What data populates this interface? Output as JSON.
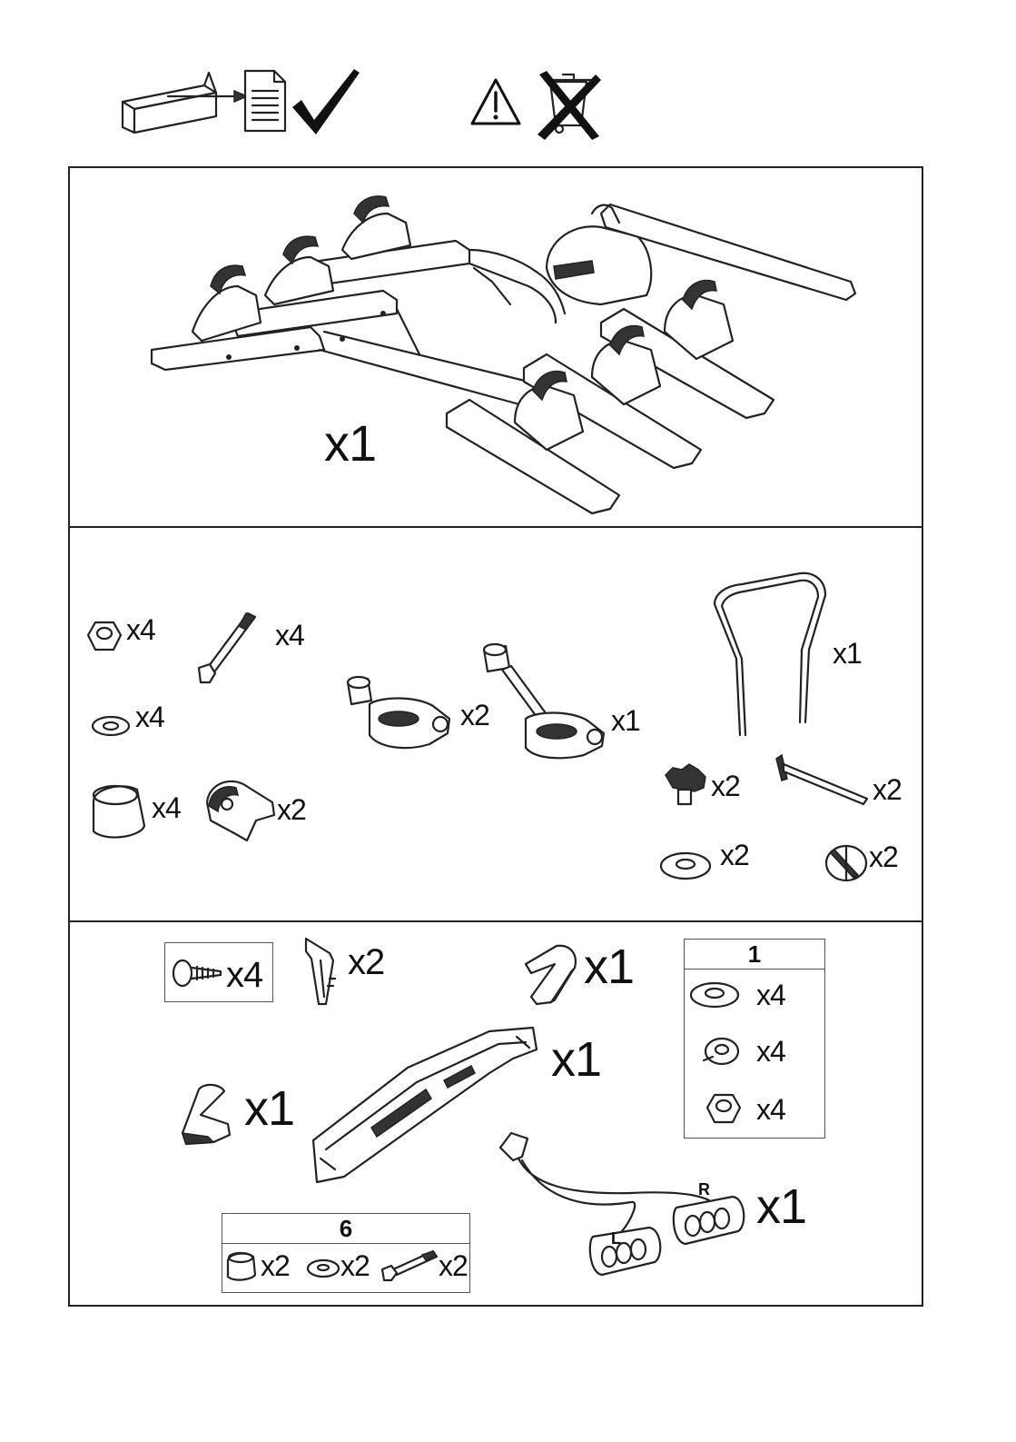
{
  "header_icons": {
    "box_to_document": "box-to-document-icon",
    "checkmark": "checkmark-icon",
    "warning": "warning-triangle-icon",
    "no_disposal": "crossed-out-bin-icon"
  },
  "panel_main": {
    "rack_qty": "x1"
  },
  "panel_hardware": {
    "nut_qty": "x4",
    "bolt_qty": "x4",
    "washer_qty": "x4",
    "cap_qty": "x4",
    "clamp_small_qty": "x2",
    "frame_arm_qty": "x2",
    "frame_arm_long_qty": "x1",
    "hoop_qty": "x1",
    "knob_qty": "x2",
    "pin_qty": "x2",
    "flat_washer_qty": "x2",
    "lock_cap_qty": "x2"
  },
  "panel_lights": {
    "screw_qty": "x4",
    "bracket_qty": "x2",
    "clip_right_qty": "x1",
    "clip_left_qty": "x1",
    "light_bar_qty": "x1",
    "lights_qty": "x1",
    "light_left_label": "L",
    "light_right_label": "R",
    "bag1": {
      "title": "1",
      "washer_qty": "x4",
      "spring_washer_qty": "x4",
      "nut_qty": "x4"
    },
    "bag6": {
      "title": "6",
      "cap_qty": "x2",
      "washer_qty": "x2",
      "bolt_qty": "x2"
    }
  }
}
